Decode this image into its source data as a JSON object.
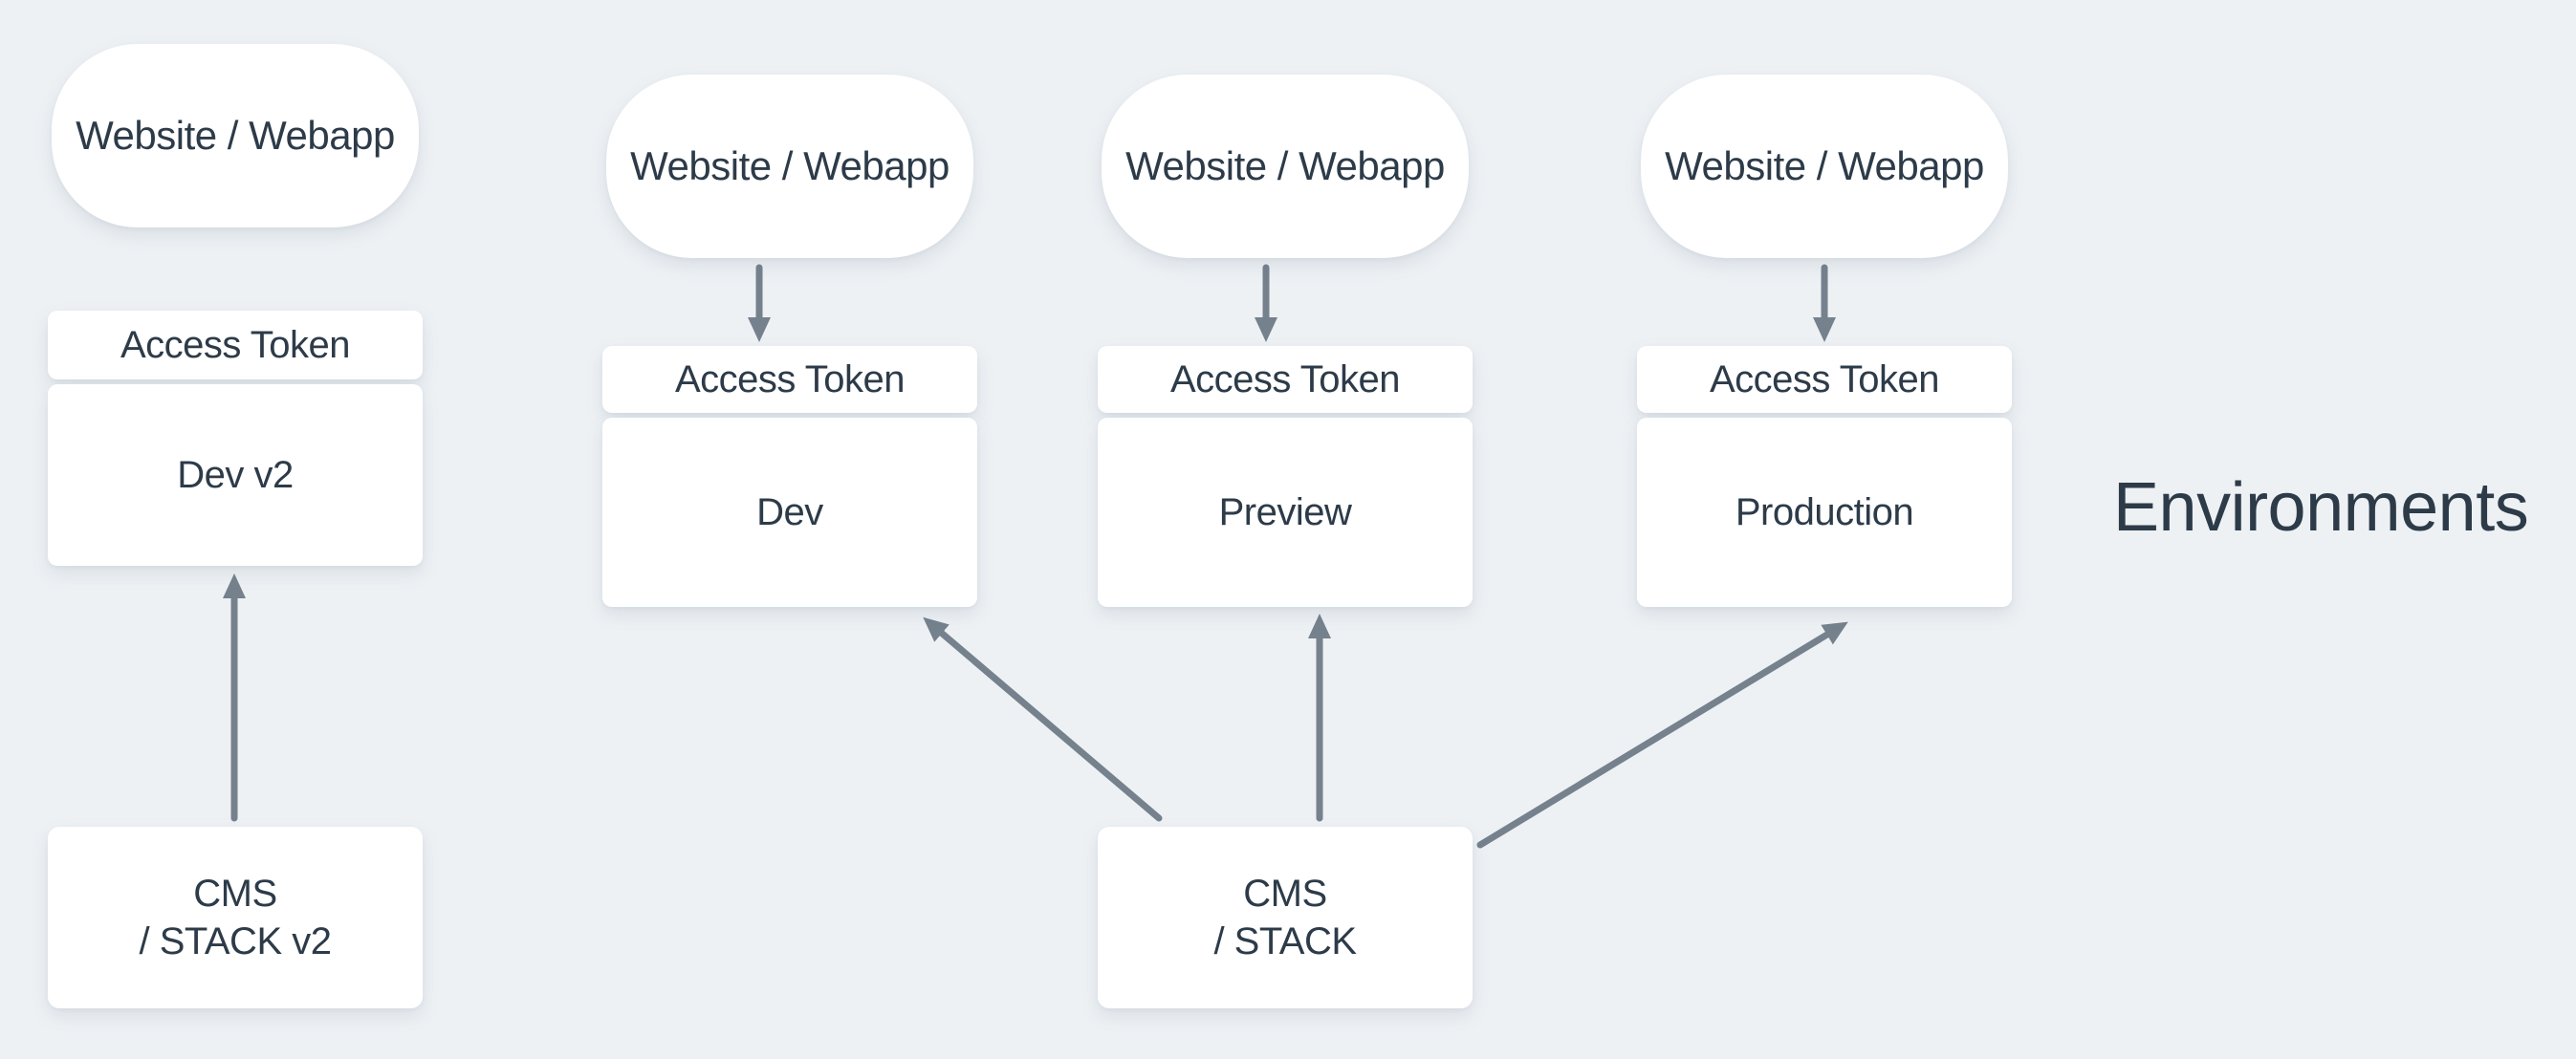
{
  "heading": {
    "environments": "Environments"
  },
  "nodes": {
    "webapp1": "Website / Webapp",
    "webapp2": "Website / Webapp",
    "webapp3": "Website / Webapp",
    "webapp4": "Website / Webapp",
    "token1": "Access Token",
    "token2": "Access Token",
    "token3": "Access Token",
    "token4": "Access Token",
    "env1": "Dev v2",
    "env2": "Dev",
    "env3": "Preview",
    "env4": "Production",
    "cms_v2": {
      "line1": "CMS",
      "line2": "/ STACK v2"
    },
    "cms": {
      "line1": "CMS",
      "line2": "/ STACK"
    }
  },
  "colors": {
    "background": "#edf1f4",
    "node": "#ffffff",
    "text": "#2d3b49",
    "arrow": "#75818d"
  }
}
